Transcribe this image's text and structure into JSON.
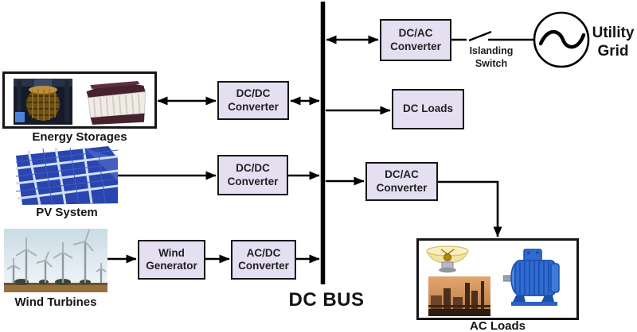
{
  "colors": {
    "box_fill": "#e5dff2",
    "box_border": "#161616",
    "line": "#000000",
    "text": "#1c1c1c"
  },
  "bus": {
    "label": "DC BUS"
  },
  "grid": {
    "utility_label": "Utility Grid",
    "islanding_label": "Islanding Switch"
  },
  "converters": {
    "grid_dcac": "DC/AC Converter",
    "storage_dcdc": "DC/DC Converter",
    "pv_dcdc": "DC/DC Converter",
    "wind_generator": "Wind Generator",
    "wind_acdc": "AC/DC Converter",
    "loads_dcac": "DC/AC Converter",
    "dc_loads": "DC Loads"
  },
  "sources": {
    "energy_storages": "Energy Storages",
    "pv_system": "PV System",
    "wind_turbines": "Wind Turbines",
    "ac_loads": "AC Loads"
  },
  "icons": {
    "utility_grid": "ac-source-circle-sine-icon",
    "islanding_switch": "open-switch-symbol-icon",
    "energy_storage_left": "supercapacitor-photo",
    "energy_storage_right": "battery-photo",
    "pv": "solar-panel-photo",
    "wind": "wind-turbines-photo",
    "ac_lamp": "lamp-photo",
    "ac_plant": "industrial-plant-photo",
    "ac_motor": "electric-motor-photo"
  }
}
